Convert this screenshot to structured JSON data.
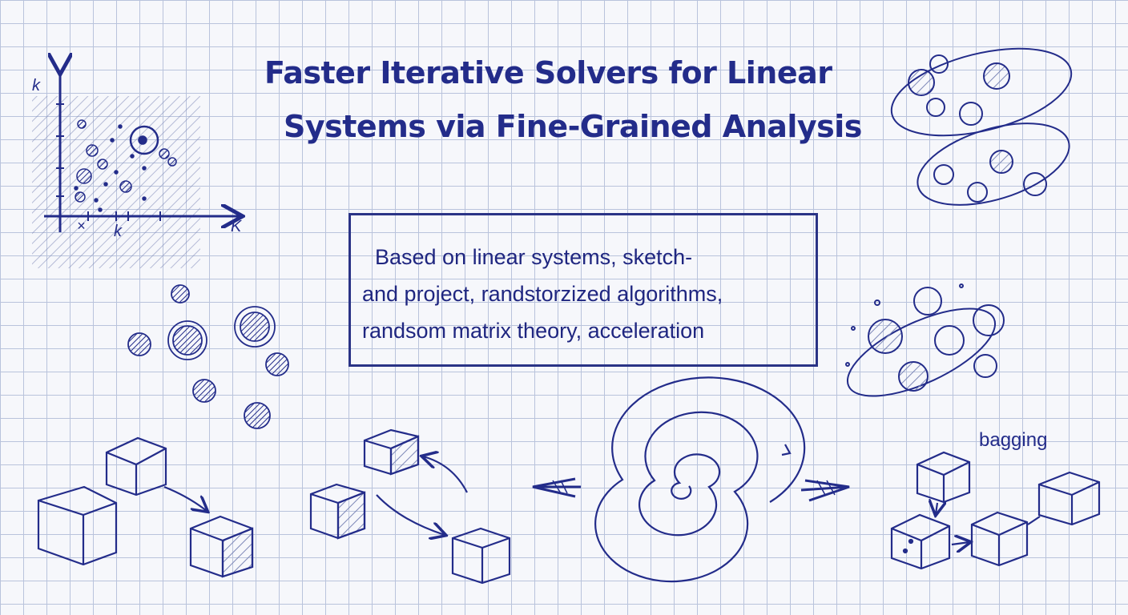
{
  "title": {
    "line1": "Faster Iterative Solvers for Linear",
    "line2": "Systems via Fine-Grained Analysis"
  },
  "summary": {
    "line1": "Based on linear systems, sketch-",
    "line2": "and project, randstorzized algorithms,",
    "line3": "randsom matrix theory, acceleration"
  },
  "scatter_labels": {
    "y_axis": "k",
    "x_axis": "K",
    "x_tick1": "×",
    "x_tick2": "k"
  },
  "bagging_label": "bagging",
  "colors": {
    "ink": "#232c8a",
    "grid": "#b9c3dc",
    "paper": "#f6f7fb"
  }
}
